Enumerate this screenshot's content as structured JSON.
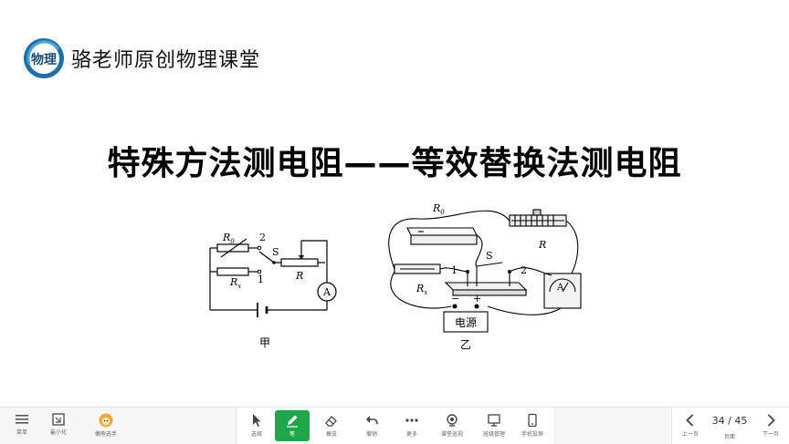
{
  "slide": {
    "brand": "骆老师原创物理课堂",
    "logo_text": "物理",
    "headline": "特殊方法测电阻——等效替换法测电阻"
  },
  "diagram_a": {
    "r0": "R",
    "r0_sub": "0",
    "rx": "R",
    "rx_sub": "x",
    "node2": "2",
    "node1": "1",
    "switch": "S",
    "rheostat": "R",
    "ammeter": "A",
    "caption": "甲"
  },
  "diagram_b": {
    "r0": "R",
    "r0_sub": "0",
    "rx": "R",
    "rx_sub": "x",
    "rheostat": "R",
    "switch": "S",
    "node1": "1",
    "node2": "2",
    "ammeter": "A",
    "minus": "−",
    "plus": "+",
    "power": "电源",
    "caption": "乙"
  },
  "toolbar": {
    "left": [
      {
        "label": "菜单",
        "icon": "menu-icon"
      },
      {
        "label": "最小化",
        "icon": "minimize-icon"
      },
      {
        "label": "懒熊选手",
        "icon": "avatar-icon"
      }
    ],
    "tools": [
      {
        "label": "选择",
        "icon": "cursor-icon"
      },
      {
        "label": "笔",
        "icon": "pen-icon"
      },
      {
        "label": "橡皮",
        "icon": "eraser-icon"
      },
      {
        "label": "撤销",
        "icon": "undo-icon"
      },
      {
        "label": "更多",
        "icon": "more-icon"
      },
      {
        "label": "课堂巡视",
        "icon": "camera-icon"
      },
      {
        "label": "班级管理",
        "icon": "class-icon"
      },
      {
        "label": "手机投屏",
        "icon": "phone-icon"
      }
    ],
    "pager": {
      "prev": "上一页",
      "page": "34 / 45",
      "page_label": "页面",
      "next": "下一页"
    }
  },
  "colors": {
    "pen_active": "#1fa64a",
    "toolbar_bg": "#f7f7f7"
  }
}
